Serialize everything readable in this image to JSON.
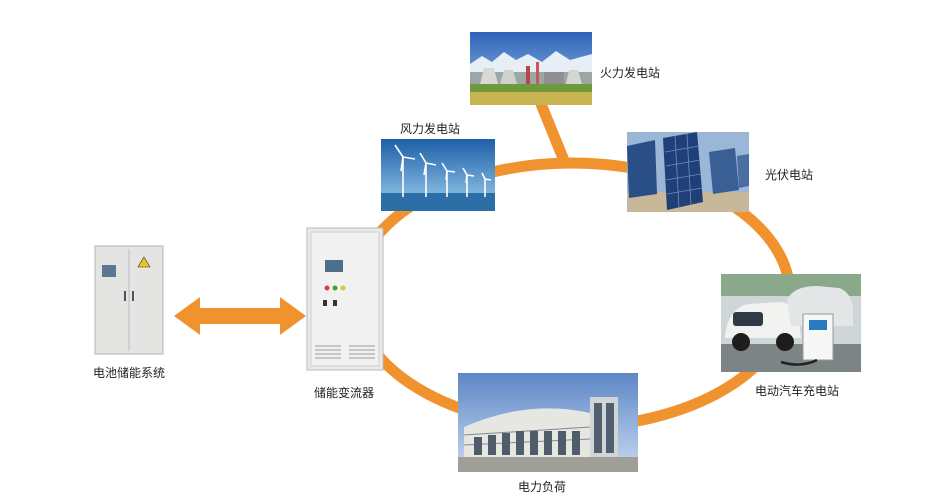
{
  "colors": {
    "connector": "#F0922E",
    "background": "#FFFFFF",
    "label_text": "#222222"
  },
  "nodes": {
    "thermal": {
      "label": "火力发电站",
      "icon": "thermal-power-plant-photo"
    },
    "wind": {
      "label": "风力发电站",
      "icon": "wind-farm-photo"
    },
    "solar": {
      "label": "光伏电站",
      "icon": "solar-panel-photo"
    },
    "ev": {
      "label": "电动汽车充电站",
      "icon": "ev-charging-station-photo"
    },
    "load": {
      "label": "电力负荷",
      "icon": "building-photo"
    },
    "pcs": {
      "label": "储能变流器",
      "icon": "converter-cabinet-photo"
    },
    "battery": {
      "label": "电池储能系统",
      "icon": "battery-cabinet-photo"
    }
  },
  "edges": [
    {
      "from": "battery",
      "to": "pcs",
      "type": "bidirectional-arrow"
    },
    {
      "from": "thermal",
      "to": "loop",
      "type": "feeder"
    }
  ]
}
